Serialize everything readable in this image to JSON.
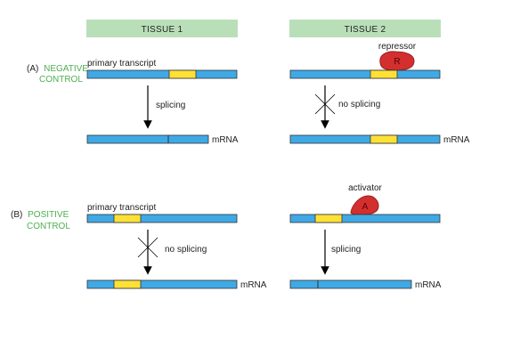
{
  "colors": {
    "header_bg": "#b9dfb9",
    "section_title": "#4caf50",
    "rna_blue": "#3fa9e6",
    "exon_yellow": "#ffe135",
    "protein_red": "#d32f2f",
    "outline": "#333333"
  },
  "headers": {
    "tissue1": "TISSUE 1",
    "tissue2": "TISSUE 2"
  },
  "section_a": {
    "letter": "(A)",
    "line1": "NEGATIVE",
    "line2": "CONTROL"
  },
  "section_b": {
    "letter": "(B)",
    "line1": "POSITIVE",
    "line2": "CONTROL"
  },
  "labels": {
    "primary_transcript": "primary transcript",
    "splicing": "splicing",
    "no_splicing": "no splicing",
    "mrna": "mRNA",
    "repressor": "repressor",
    "repressor_letter": "R",
    "activator": "activator",
    "activator_letter": "A"
  },
  "icons": {
    "blocked": "x-cross-icon",
    "arrow": "arrow-down-icon"
  }
}
